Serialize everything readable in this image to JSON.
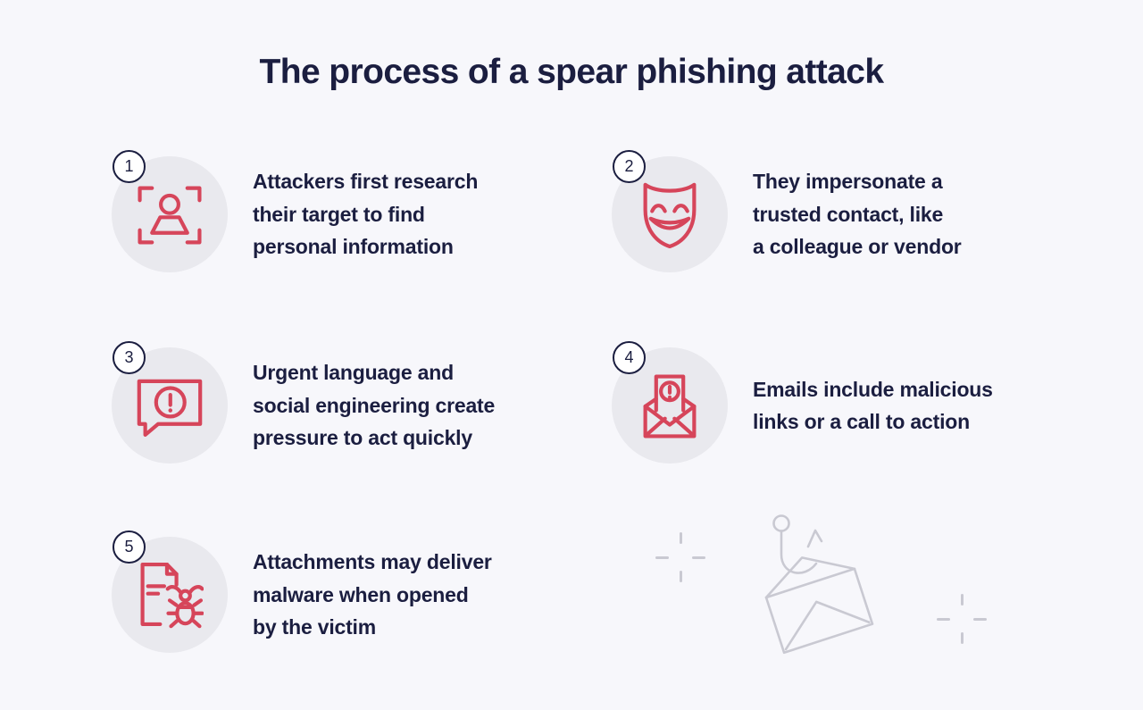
{
  "title": "The process of a spear phishing attack",
  "colors": {
    "background": "#f7f7fb",
    "navy": "#1b1e40",
    "accent_red": "#d6455a",
    "bubble_gray": "#e9e9ee",
    "decoration_gray": "#c9c9d2",
    "badge_bg": "#ffffff"
  },
  "steps": [
    {
      "number": "1",
      "icon": "user-scan-icon",
      "text": "Attackers first research\ntheir target to find\npersonal information"
    },
    {
      "number": "2",
      "icon": "mask-icon",
      "text": "They impersonate a\ntrusted contact, like\na colleague or vendor"
    },
    {
      "number": "3",
      "icon": "alert-speech-bubble-icon",
      "text": "Urgent language and\nsocial engineering create\npressure to act quickly"
    },
    {
      "number": "4",
      "icon": "malicious-email-icon",
      "text": "Emails include malicious\nlinks or a call to action"
    },
    {
      "number": "5",
      "icon": "malware-attachment-icon",
      "text": "Attachments may deliver\nmalware when opened\nby the victim"
    }
  ],
  "decorations": [
    "crosshair",
    "phishing-hook-envelope",
    "crosshair"
  ]
}
